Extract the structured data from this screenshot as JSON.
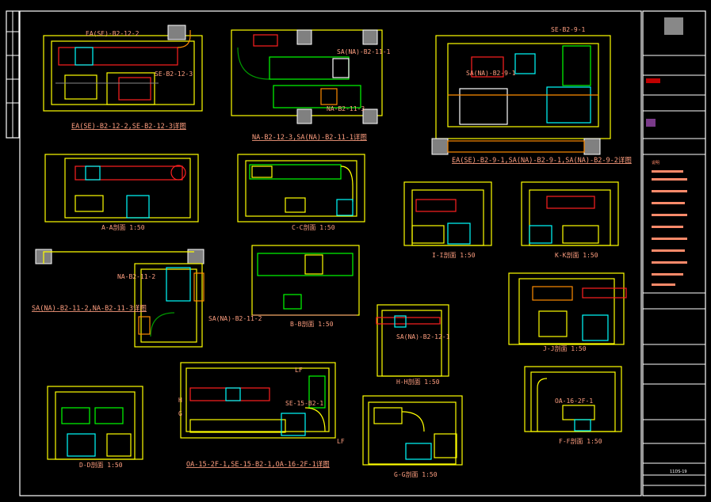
{
  "drawing": {
    "views": [
      {
        "id": "ea-se-b2-12",
        "title": "EA(SE)-B2-12-2,SE-B2-12-3详图"
      },
      {
        "id": "na-b2-12",
        "title": "NA-B2-12-3,SA(NA)-B2-11-1详图"
      },
      {
        "id": "ea-se-b2-9",
        "title": "EA(SE)-B2-9-1,SA(NA)-B2-9-1,SA(NA)-B2-9-2详图"
      },
      {
        "id": "section-a",
        "title": "A-A剖面",
        "scale": "1:50"
      },
      {
        "id": "section-c",
        "title": "C-C剖面",
        "scale": "1:50"
      },
      {
        "id": "section-i",
        "title": "I-I剖面",
        "scale": "1:50"
      },
      {
        "id": "section-k",
        "title": "K-K剖面",
        "scale": "1:50"
      },
      {
        "id": "sa-na-b2-11",
        "title": "SA(NA)-B2-11-2,NA-B2-11-3详图"
      },
      {
        "id": "section-b",
        "title": "B-B剖面",
        "scale": "1:50"
      },
      {
        "id": "section-j",
        "title": "J-J剖面",
        "scale": "1:50"
      },
      {
        "id": "section-h",
        "title": "H-H剖面",
        "scale": "1:50"
      },
      {
        "id": "section-d",
        "title": "D-D剖面",
        "scale": "1:50"
      },
      {
        "id": "oa-15-2f",
        "title": "OA-15-2F-1,SE-15-B2-1,OA-16-2F-1详图"
      },
      {
        "id": "section-g",
        "title": "G-G剖面",
        "scale": "1:50"
      },
      {
        "id": "section-f",
        "title": "F-F剖面",
        "scale": "1:50"
      }
    ],
    "section_marks": [
      "H",
      "G",
      "LF",
      "LF"
    ],
    "tags": [
      "SA(NA)-B2-11-1",
      "NA-B2-11-3",
      "SE-B2-12-3",
      "EA(SE)-B2-12-2",
      "SA(NA)-B2-9-1",
      "SE-B2-9-1",
      "NA-B2-11-2",
      "SA(NA)-B2-11-2",
      "SE-15-B2-1",
      "SA(NA)-B2-12-1",
      "OA-16-2F-1"
    ]
  },
  "title_block": {
    "notes_heading": "说明",
    "drawing_no": "11DS-19"
  },
  "colors": {
    "wall": "#ffff00",
    "duct": "#ff2020",
    "fan": "#00ffff",
    "text": "#ff9f80",
    "frame": "#ffffff"
  }
}
